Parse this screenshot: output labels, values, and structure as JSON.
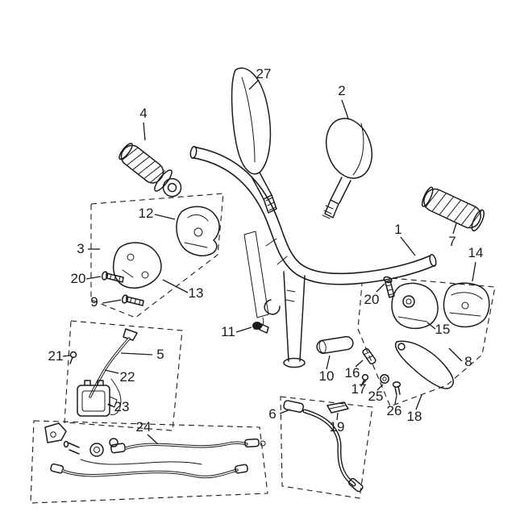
{
  "colors": {
    "ink": "#1c1c1c",
    "paper": "#ffffff"
  },
  "labels": {
    "1": "1",
    "2": "2",
    "3": "3",
    "4": "4",
    "5": "5",
    "6": "6",
    "7": "7",
    "8": "8",
    "9": "9",
    "10": "10",
    "11": "11",
    "12": "12",
    "13": "13",
    "14": "14",
    "15": "15",
    "16": "16",
    "17": "17",
    "18": "18",
    "19": "19",
    "20": "20",
    "21": "21",
    "22": "22",
    "23": "23",
    "24": "24",
    "25": "25",
    "26": "26",
    "27": "27"
  }
}
